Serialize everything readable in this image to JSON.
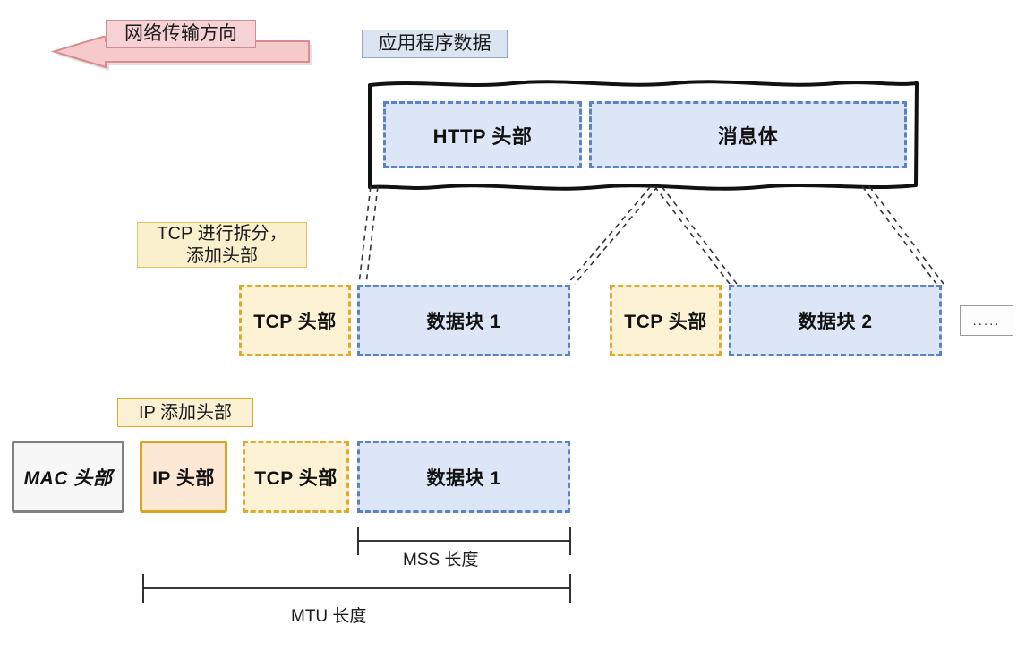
{
  "diagram": {
    "title_direction": "网络传输方向",
    "layers": {
      "application": {
        "chip": "应用程序数据",
        "blocks": [
          {
            "label": "HTTP 头部"
          },
          {
            "label": "消息体"
          }
        ]
      },
      "transport": {
        "chip": "TCP 进行拆分，\n添加头部",
        "blocks": [
          {
            "label": "TCP 头部"
          },
          {
            "label": "数据块 1"
          },
          {
            "label": "TCP 头部"
          },
          {
            "label": "数据块 2"
          },
          {
            "label": "....."
          }
        ]
      },
      "network": {
        "chip": "IP 添加头部",
        "blocks": [
          {
            "label": "MAC 头部"
          },
          {
            "label": "IP 头部"
          },
          {
            "label": "TCP 头部"
          },
          {
            "label": "数据块 1"
          }
        ]
      }
    },
    "measurements": [
      {
        "label": "MSS 长度"
      },
      {
        "label": "MTU 长度"
      }
    ],
    "colors": {
      "arrow_fill": "#f6c9cb",
      "arrow_border": "#d98b90",
      "data_blue_fill": "#dce6f7",
      "data_blue_border": "#5a82c4",
      "tcp_yellow_fill": "#fdf2d4",
      "tcp_yellow_border": "#dcaa2e",
      "ip_orange_fill": "#fce8d5",
      "ip_orange_border": "#d9a520",
      "mac_gray_border": "#808080",
      "app_box_border": "#111111"
    }
  }
}
